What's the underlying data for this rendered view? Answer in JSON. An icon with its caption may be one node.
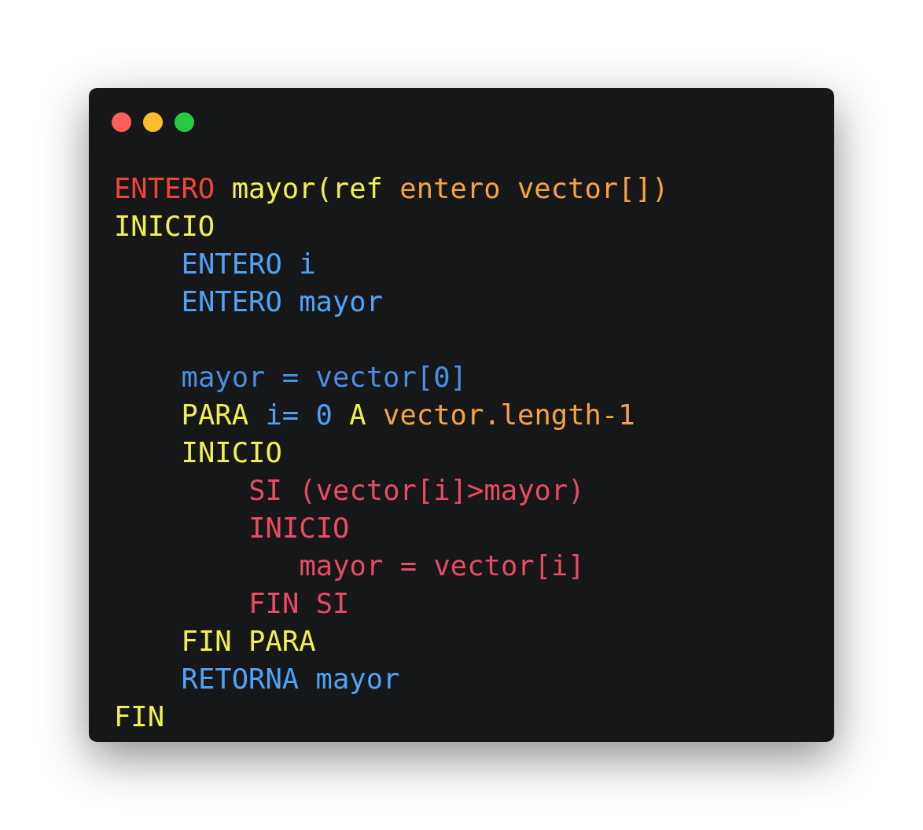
{
  "diagram": {
    "labels": [
      "ENTERO mayor(ref entero vector[])",
      "INICIO",
      "ENTERO i",
      "ENTERO mayor",
      "mayor = vector[0]",
      "PARA i= 0 A vector.length-1",
      "INICIO",
      "SI (vector[i]>mayor)",
      "INICIO",
      "mayor = vector[i]",
      "FIN SI",
      "FIN PARA",
      "RETORNA mayor",
      "FIN"
    ]
  }
}
